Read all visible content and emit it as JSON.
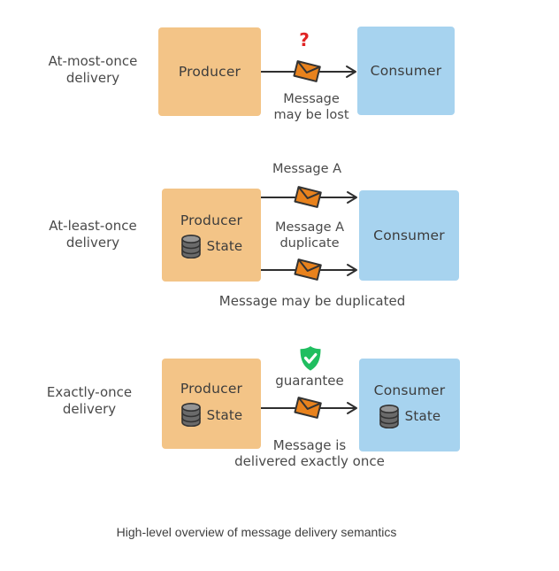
{
  "rows": [
    {
      "id": "at-most-once",
      "label": [
        "At-most-once",
        "delivery"
      ],
      "producer": "Producer",
      "consumer": "Consumer",
      "question": "?",
      "caption": [
        "Message",
        "may be lost"
      ]
    },
    {
      "id": "at-least-once",
      "label": [
        "At-least-once",
        "delivery"
      ],
      "producer": "Producer",
      "producer_state": "State",
      "consumer": "Consumer",
      "arrow1_label": "Message A",
      "arrow2_label": [
        "Message A",
        "duplicate"
      ],
      "caption": [
        "Message may be duplicated"
      ]
    },
    {
      "id": "exactly-once",
      "label": [
        "Exactly-once",
        "delivery"
      ],
      "producer": "Producer",
      "producer_state": "State",
      "consumer": "Consumer",
      "consumer_state": "State",
      "guarantee": "guarantee",
      "caption": [
        "Message is",
        "delivered exactly once"
      ]
    }
  ],
  "caption": "High-level overview of message delivery semantics",
  "colors": {
    "producer": "#F3C487",
    "consumer": "#A7D3EF",
    "envelope": "#E8821D",
    "stroke": "#333333",
    "shield": "#20BE60",
    "question": "#E02424",
    "text": "#4A4A4A",
    "boxtext": "#3C3C3C",
    "arrow": "#2F2F2F",
    "db_body": "#6A6A6A",
    "db_top": "#949494",
    "caption_text": "#3E3E3E"
  }
}
